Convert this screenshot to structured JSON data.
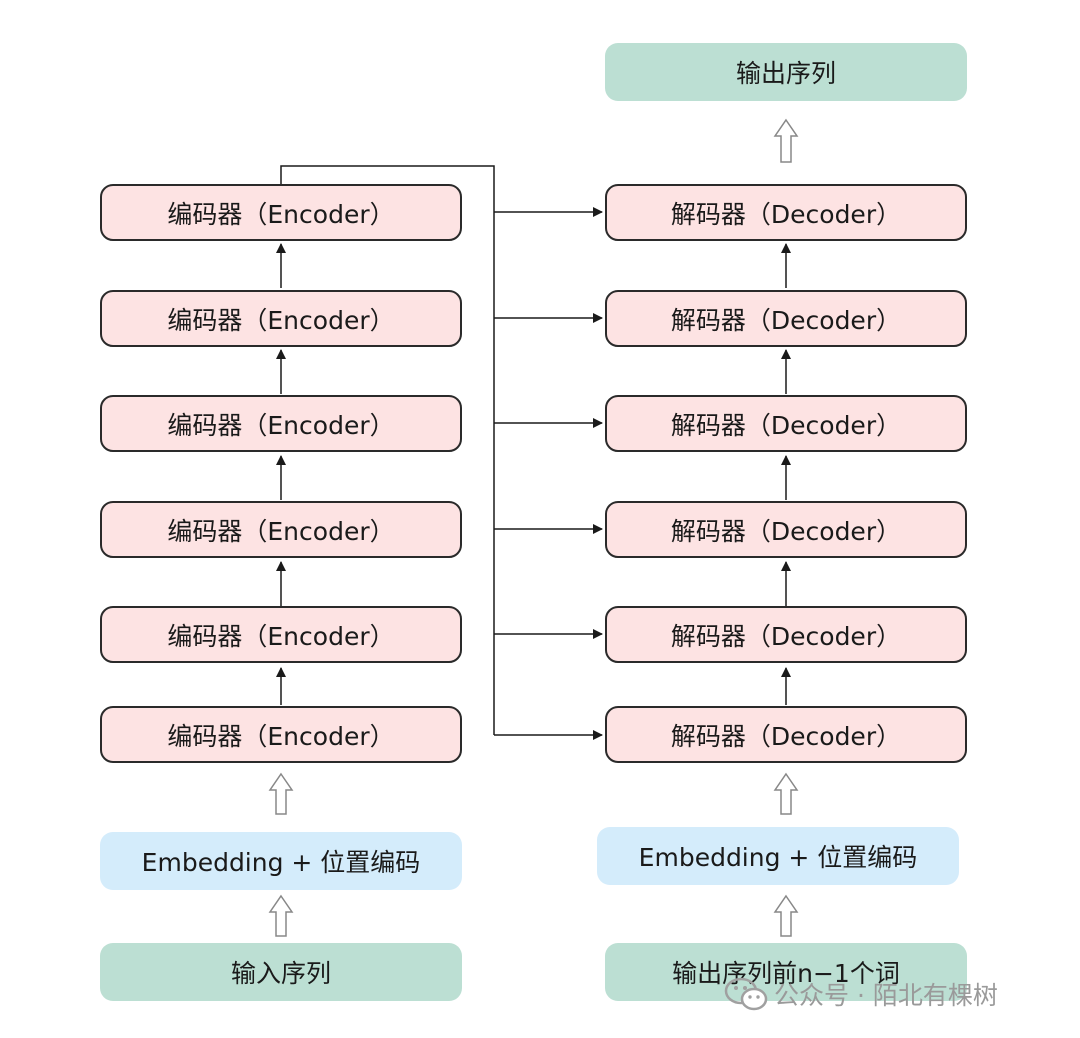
{
  "encoder": {
    "blocks": [
      "编码器（Encoder）",
      "编码器（Encoder）",
      "编码器（Encoder）",
      "编码器（Encoder）",
      "编码器（Encoder）",
      "编码器（Encoder）"
    ],
    "embedding_label": "Embedding + 位置编码",
    "input_label": "输入序列"
  },
  "decoder": {
    "blocks": [
      "解码器（Decoder）",
      "解码器（Decoder）",
      "解码器（Decoder）",
      "解码器（Decoder）",
      "解码器（Decoder）",
      "解码器（Decoder）"
    ],
    "embedding_label": "Embedding + 位置编码",
    "input_label": "输出序列前n−1个词",
    "output_label": "输出序列"
  },
  "watermark": {
    "text": "公众号 · 陌北有棵树",
    "icon": "wechat-icon"
  },
  "colors": {
    "coder_fill": "#fde3e3",
    "embedding_fill": "#d4ecfb",
    "sequence_fill": "#bcdfd3",
    "line": "#1a1a1a",
    "hollow_arrow": "#888888"
  }
}
